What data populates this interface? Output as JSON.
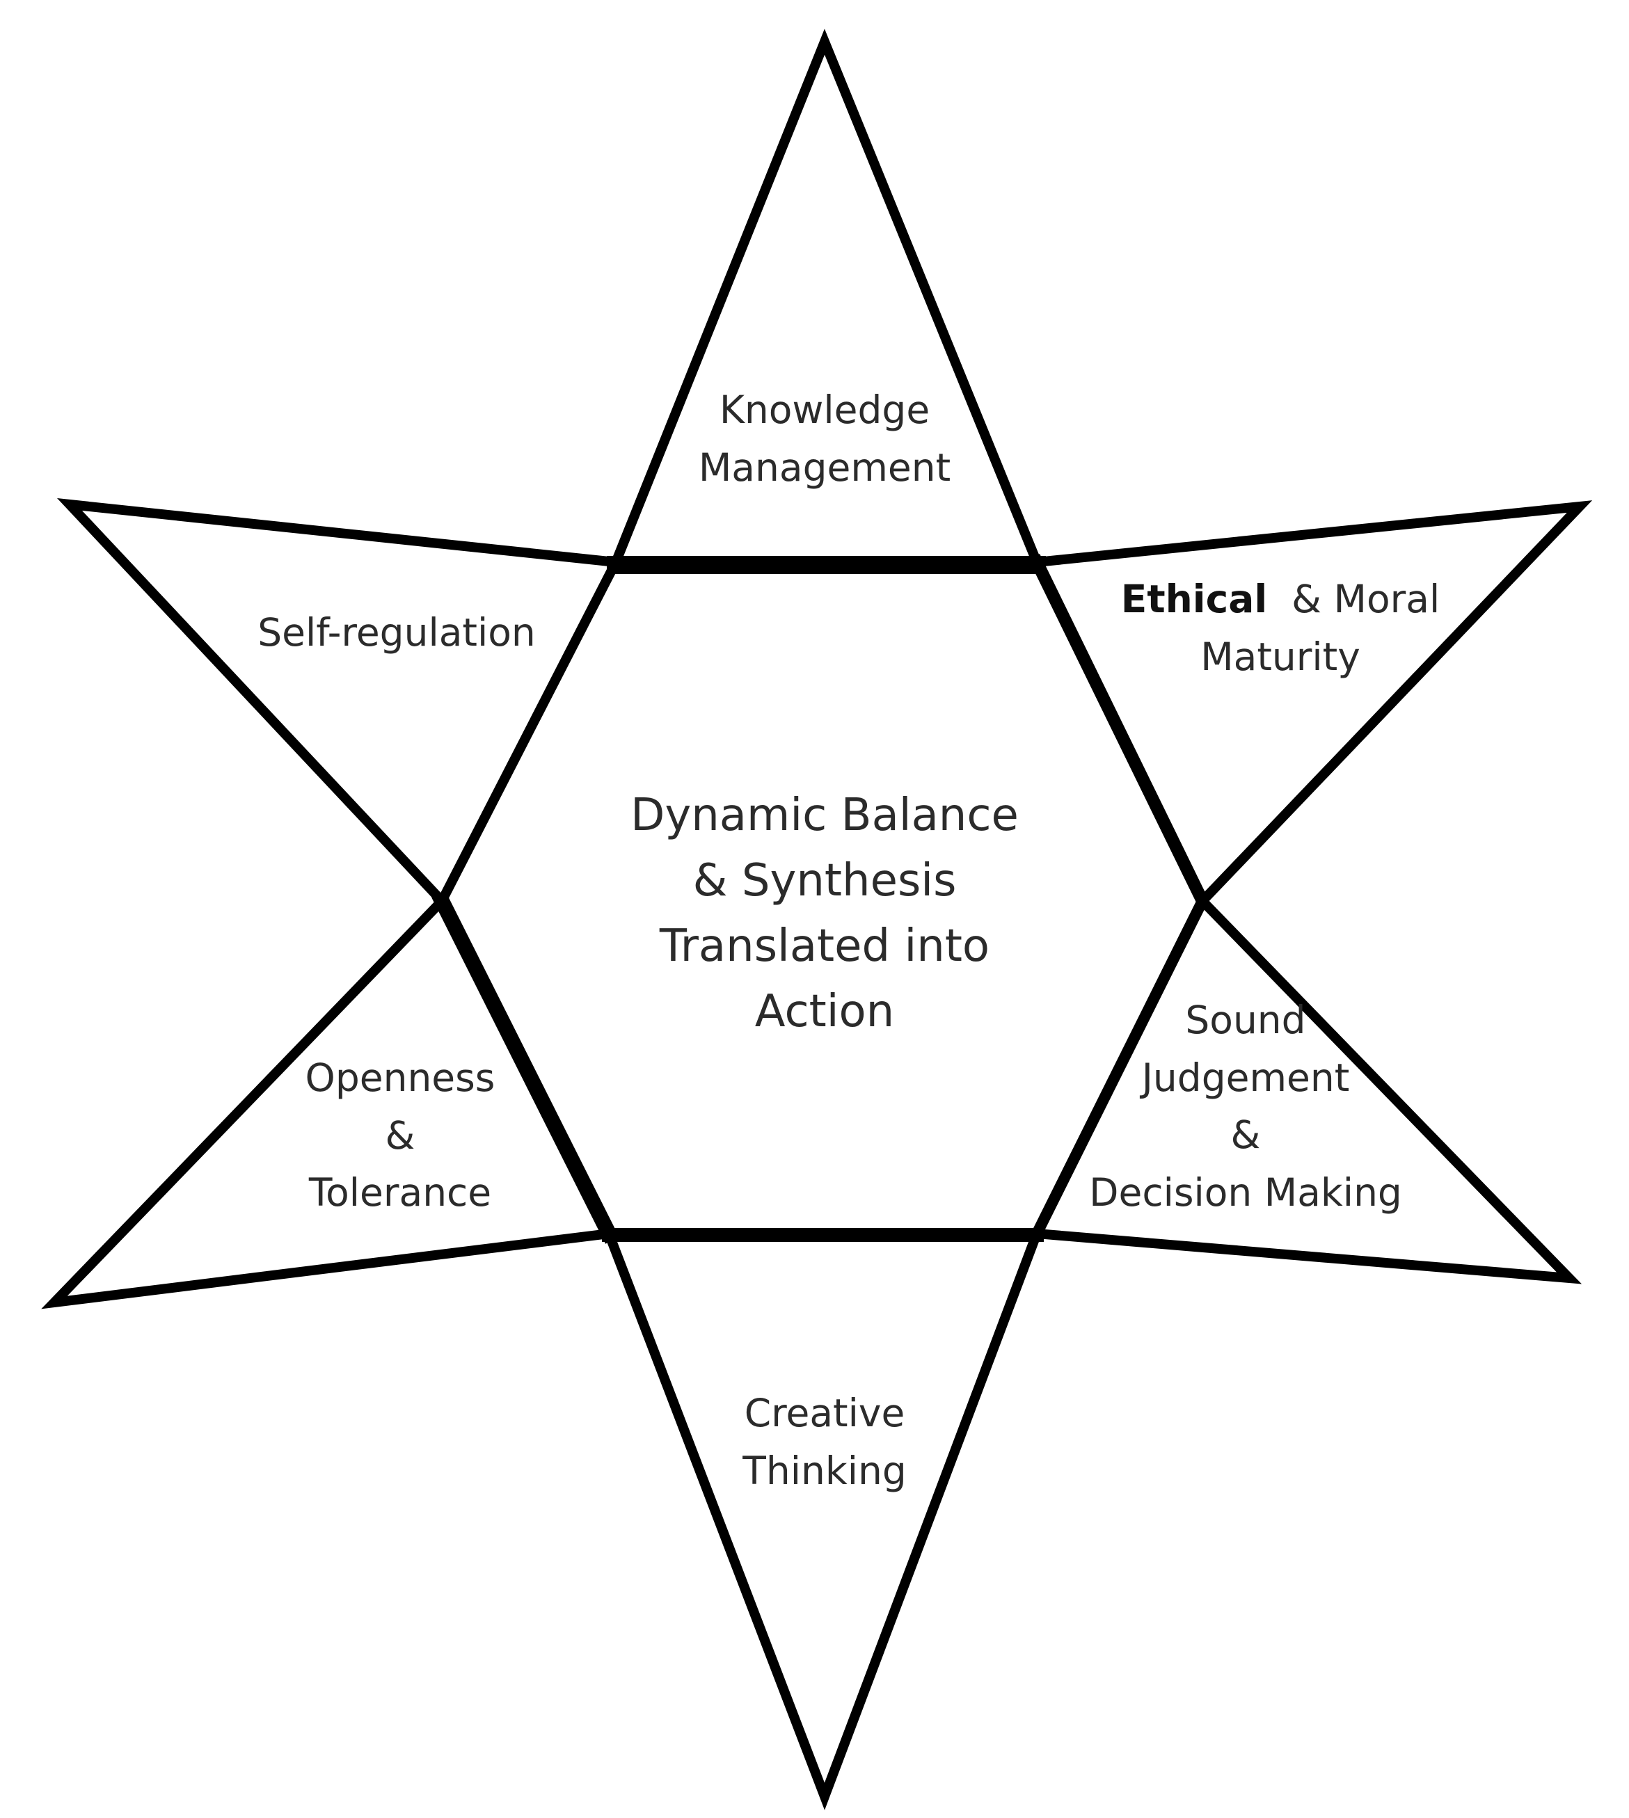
{
  "diagram": {
    "center": {
      "lines": [
        "Dynamic Balance",
        "& Synthesis",
        "Translated into",
        "Action"
      ]
    },
    "points": {
      "top": {
        "lines": [
          "Knowledge",
          "Management"
        ]
      },
      "upper_left": {
        "lines": [
          "Self-regulation"
        ]
      },
      "upper_right": {
        "line1_bold": "Ethical",
        "line1_rest": "& Moral",
        "line2": "Maturity"
      },
      "lower_left": {
        "lines": [
          "Openness",
          "&",
          "Tolerance"
        ]
      },
      "lower_right": {
        "lines": [
          "Sound",
          "Judgement",
          "&",
          "Decision Making"
        ]
      },
      "bottom": {
        "lines": [
          "Creative",
          "Thinking"
        ]
      }
    },
    "stroke_color": "#000000"
  }
}
